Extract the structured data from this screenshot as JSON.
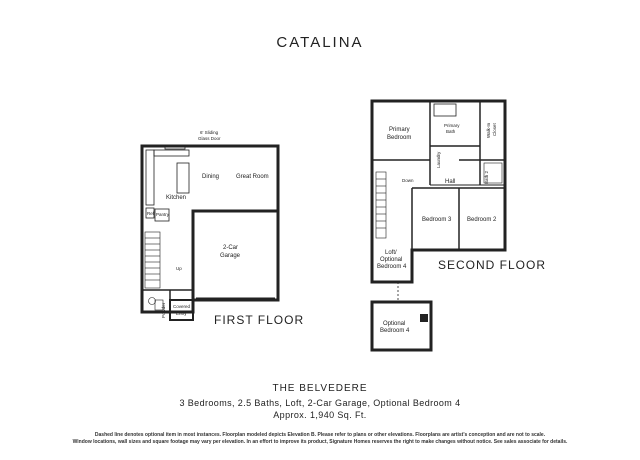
{
  "page": {
    "title": "CATALINA",
    "model": "THE BELVEDERE",
    "features": "3 Bedrooms, 2.5 Baths, Loft, 2-Car Garage, Optional Bedroom 4",
    "area": "Approx. 1,940 Sq. Ft.",
    "disclaimer_1": "Dashed line denotes optional item in most instances. Floorplan modeled depicts Elevation B. Please refer to plans or other elevations. Floorplans are artist's conception and are not to scale.",
    "disclaimer_2": "Window locations, wall sizes and square footage may vary per elevation. In an effort to improve its product, Signature Homes reserves the right to make changes without notice. See sales associate for details."
  },
  "first_floor": {
    "label": "FIRST FLOOR",
    "rooms": {
      "slider": "6' Sliding",
      "slider_2": "Glass Door",
      "dining": "Dining",
      "great_room": "Great Room",
      "kitchen": "Kitchen",
      "pantry": "Pantry",
      "ref": "Ref",
      "garage": "2-Car",
      "garage_2": "Garage",
      "up": "Up",
      "powder": "Powder",
      "entry": "Covered",
      "entry_2": "Entry"
    }
  },
  "second_floor": {
    "label": "SECOND FLOOR",
    "rooms": {
      "primary_bedroom": "Primary",
      "primary_bedroom_2": "Bedroom",
      "primary_bath": "Primary",
      "primary_bath_2": "Bath",
      "walk_in": "Walk-In",
      "walk_in_2": "Closet",
      "laundry": "Laundry",
      "down": "Down",
      "hall": "Hall",
      "bath2": "Bath 2",
      "bedroom3": "Bedroom 3",
      "bedroom2": "Bedroom 2",
      "loft": "Loft/",
      "loft_2": "Optional",
      "loft_3": "Bedroom 4",
      "opt_bed4": "Optional",
      "opt_bed4_2": "Bedroom 4"
    }
  }
}
